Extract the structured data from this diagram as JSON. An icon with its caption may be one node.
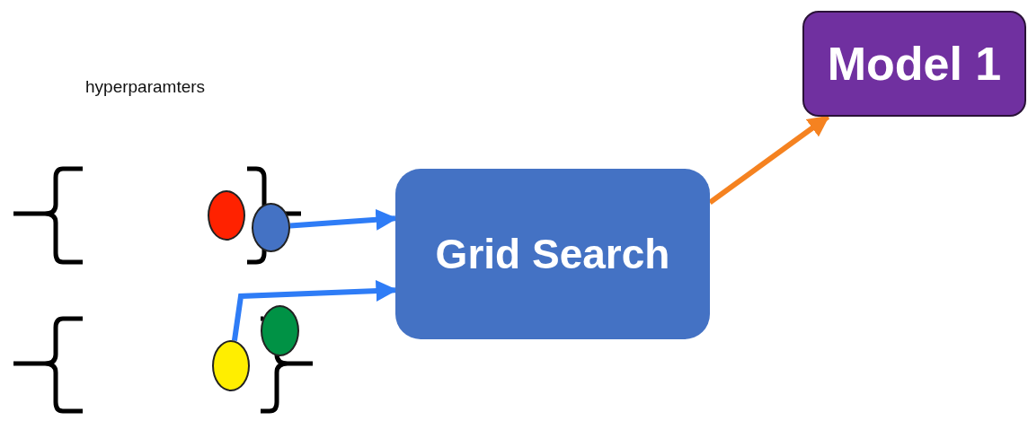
{
  "diagram": {
    "nodes": [
      {
        "text": [
          "Grid Search"
        ]
      },
      {
        "text": [
          "Model 1"
        ]
      },
      {
        "text": [],
        "shape": "circle"
      },
      {
        "text": [],
        "shape": "circle"
      },
      {
        "text": [],
        "shape": "circle"
      },
      {
        "text": [],
        "shape": "circle"
      }
    ],
    "edges": [
      {
        "from": 3,
        "to": 0,
        "arrow": "to"
      },
      {
        "from": 5,
        "to": 0,
        "arrow": "to"
      },
      {
        "from": 0,
        "to": 1,
        "arrow": "to",
        "color": "#f58220"
      }
    ],
    "labels": [
      "hyperparamters"
    ]
  }
}
